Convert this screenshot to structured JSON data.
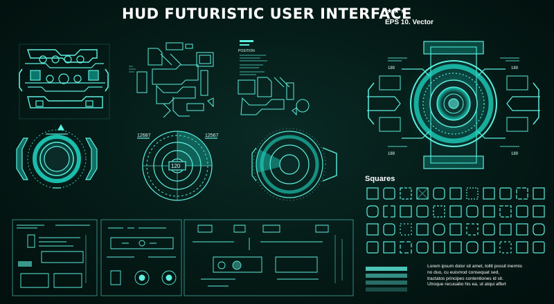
{
  "header": {
    "title": "HUD FUTURISTIC USER INTERFACE",
    "stars": "★★★",
    "format": "EPS 10. Vector"
  },
  "colors": {
    "accent": "#5ff0e0",
    "accent_bright": "#9ffff5",
    "background": "#041a16",
    "text_white": "#ffffff"
  },
  "gauges": {
    "speed_left": "12687",
    "speed_right": "12567",
    "speed_center": "120"
  },
  "panels": {
    "position_label": "POSITION"
  },
  "big_hud": {
    "corner_tl": "189",
    "corner_tr": "189",
    "corner_bl": "189",
    "corner_br": "189"
  },
  "squares": {
    "title": "Squares"
  },
  "lorem": {
    "line1": "Lorem ipsum dolor sit amet, tollit possit inermis",
    "line2": "no duo, cu euismod consequat sed,",
    "line3": "tractatos principes contentiones id sit.",
    "line4": "Utroque recusabo his ea, ut atqui affert"
  }
}
